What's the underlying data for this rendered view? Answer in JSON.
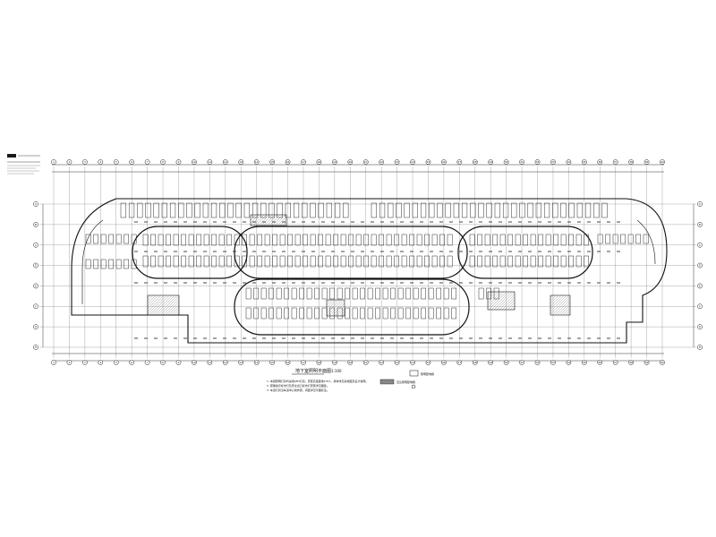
{
  "colors": {
    "ink": "#1a1a1a",
    "grid": "#3a3a3a",
    "paper": "#ffffff"
  },
  "axes": {
    "top_labels": [
      "1",
      "2",
      "3",
      "4",
      "5",
      "6",
      "7",
      "8",
      "9",
      "10",
      "11",
      "12",
      "13",
      "14",
      "15",
      "16",
      "17",
      "18",
      "19",
      "20",
      "21",
      "22",
      "23",
      "24",
      "25",
      "26",
      "27",
      "28",
      "29",
      "30",
      "31",
      "32",
      "33",
      "34",
      "35",
      "36",
      "37",
      "38",
      "39",
      "40"
    ],
    "row_labels_left": [
      "A",
      "B",
      "C",
      "D",
      "E",
      "F",
      "G",
      "H"
    ],
    "row_labels_right": [
      "A",
      "B",
      "C",
      "D",
      "E",
      "F",
      "G",
      "H"
    ]
  },
  "plan": {
    "title": "地下室照明平面图",
    "scale": "1:100"
  },
  "notes": {
    "lines": [
      "1. 本层照明灯具均采用LED灯具，安装高度距地2.5m，具体详见系统图及设计说明。",
      "2. 疏散指示标志灯及安全出口标志灯安装详见图集。",
      "3. 车道灯具沿车道中心线布置，间距详见平面标注。"
    ]
  },
  "legend": {
    "items": [
      "照明配电箱",
      "应急照明配电箱"
    ]
  }
}
